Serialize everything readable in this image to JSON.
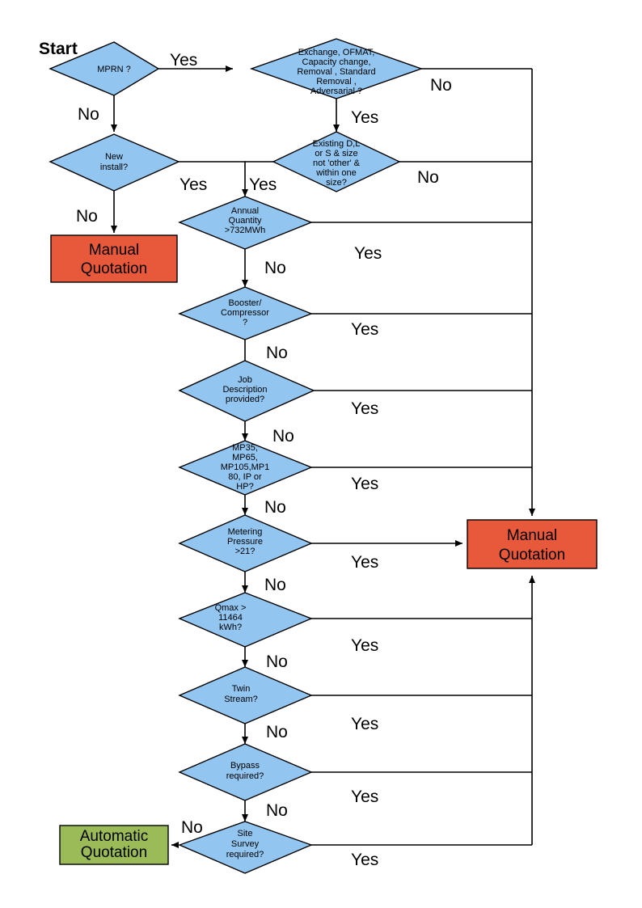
{
  "diagram": {
    "title_label": "Start",
    "colors": {
      "decision_fill": "#92C5F0",
      "decision_stroke": "#000000",
      "manual_fill": "#E8593C",
      "automatic_fill": "#9BBB59",
      "line": "#000000",
      "background": "#FFFFFF"
    },
    "labels": {
      "yes": "Yes",
      "no": "No"
    },
    "decisions": [
      {
        "id": "mprn",
        "lines": [
          "MPRN ?"
        ]
      },
      {
        "id": "exchange",
        "lines": [
          "Exchange, OFMAT,",
          "Capacity change,",
          "Removal , Standard",
          "Removal ,",
          "Adversarial ?"
        ]
      },
      {
        "id": "newinstall",
        "lines": [
          "New",
          "install?"
        ]
      },
      {
        "id": "existing",
        "lines": [
          "Existing D,L",
          "or S & size",
          "not 'other' &",
          "within one",
          "size?"
        ]
      },
      {
        "id": "annual",
        "lines": [
          "Annual",
          "Quantity",
          ">732MWh"
        ]
      },
      {
        "id": "booster",
        "lines": [
          "Booster/",
          "Compressor",
          "?"
        ]
      },
      {
        "id": "jobdesc",
        "lines": [
          "Job",
          "Description",
          "provided?"
        ]
      },
      {
        "id": "mpclass",
        "lines": [
          "MP35,",
          "MP65,",
          "MP105,MP1",
          "80, IP or",
          "HP?"
        ]
      },
      {
        "id": "metering",
        "lines": [
          "Metering",
          "Pressure",
          ">21?"
        ]
      },
      {
        "id": "qmax",
        "lines": [
          "Qmax >",
          "11464",
          "kWh?"
        ]
      },
      {
        "id": "twin",
        "lines": [
          "Twin",
          "Stream?"
        ]
      },
      {
        "id": "bypass",
        "lines": [
          "Bypass",
          "required?"
        ]
      },
      {
        "id": "sitesurvey",
        "lines": [
          "Site",
          "Survey",
          "required?"
        ]
      }
    ],
    "terminals": [
      {
        "id": "manual-left",
        "lines": [
          "Manual",
          "Quotation"
        ],
        "kind": "manual"
      },
      {
        "id": "manual-right",
        "lines": [
          "Manual",
          "Quotation"
        ],
        "kind": "manual"
      },
      {
        "id": "automatic",
        "lines": [
          "Automatic",
          "Quotation"
        ],
        "kind": "automatic"
      }
    ],
    "edge_labels": [
      {
        "id": "mprn-yes",
        "text": "Yes"
      },
      {
        "id": "mprn-no",
        "text": "No"
      },
      {
        "id": "exchange-no",
        "text": "No"
      },
      {
        "id": "exchange-yes",
        "text": "Yes"
      },
      {
        "id": "newinstall-yes",
        "text": "Yes"
      },
      {
        "id": "newinstall-no",
        "text": "No"
      },
      {
        "id": "existing-yes",
        "text": "Yes"
      },
      {
        "id": "existing-no",
        "text": "No"
      },
      {
        "id": "annual-yes",
        "text": "Yes"
      },
      {
        "id": "annual-no",
        "text": "No"
      },
      {
        "id": "booster-yes",
        "text": "Yes"
      },
      {
        "id": "booster-no",
        "text": "No"
      },
      {
        "id": "jobdesc-yes",
        "text": "Yes"
      },
      {
        "id": "jobdesc-no",
        "text": "No"
      },
      {
        "id": "mpclass-yes",
        "text": "Yes"
      },
      {
        "id": "mpclass-no",
        "text": "No"
      },
      {
        "id": "metering-yes",
        "text": "Yes"
      },
      {
        "id": "metering-no",
        "text": "No"
      },
      {
        "id": "qmax-yes",
        "text": "Yes"
      },
      {
        "id": "qmax-no",
        "text": "No"
      },
      {
        "id": "twin-yes",
        "text": "Yes"
      },
      {
        "id": "twin-no",
        "text": "No"
      },
      {
        "id": "bypass-yes",
        "text": "Yes"
      },
      {
        "id": "bypass-no",
        "text": "No"
      },
      {
        "id": "sitesurvey-yes",
        "text": "Yes"
      },
      {
        "id": "sitesurvey-no",
        "text": "No"
      }
    ]
  }
}
